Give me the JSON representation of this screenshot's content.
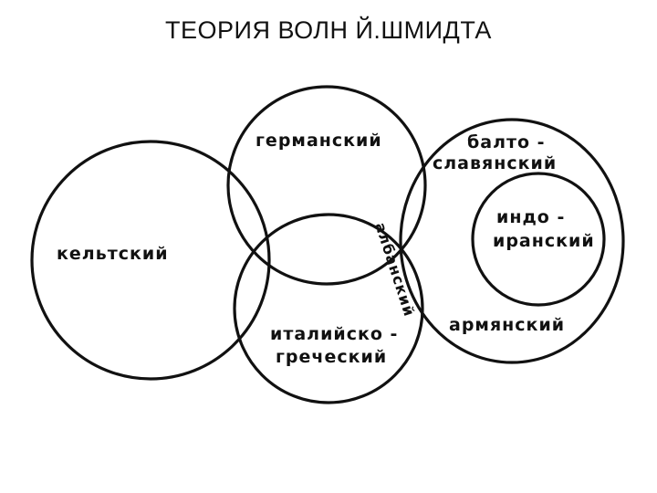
{
  "title": "ТЕОРИЯ ВОЛН Й.ШМИДТА",
  "labels": {
    "germanic": "германский",
    "balto_slavic_1": "балто -",
    "balto_slavic_2": "славянский",
    "indo_iranian_1": "индо -",
    "indo_iranian_2": "иранский",
    "celtic": "кельтский",
    "albanian": "албанский",
    "italo_greek_1": "италийско -",
    "italo_greek_2": "греческий",
    "armenian": "армянский"
  }
}
